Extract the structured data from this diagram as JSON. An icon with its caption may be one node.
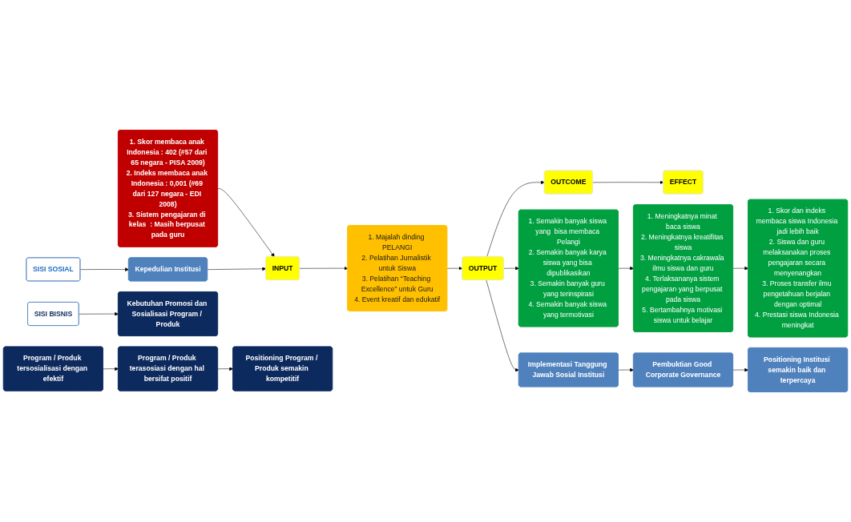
{
  "diagram": {
    "nodes": [
      {
        "text": [
          "1. Skor membaca anak Indonesia : 402 (#57 dari 65 negara - PISA 2009)",
          "2. Indeks membaca anak Indonesia : 0,001 (#69 dari 127 negara - EDI 2008)",
          "3. Sistem pengajaran di kelas  : Masih berpusat pada guru"
        ]
      },
      {
        "text": [
          "INPUT"
        ]
      },
      {
        "text": [
          "1. Majalah dinding PELANGI",
          "2. Pelatihan Jurnalistik untuk Siswa",
          "3. Pelatihan “Teaching Excellence” untuk Guru",
          "4. Event kreatif dan edukatif"
        ]
      },
      {
        "text": [
          "OUTPUT"
        ]
      },
      {
        "text": [
          "OUTCOME"
        ]
      },
      {
        "text": [
          "EFFECT"
        ]
      },
      {
        "text": [
          "1. Semakin banyak siswa yang  bisa membaca Pelangi",
          "2. Semakin banyak karya siswa yang bisa dipublikasikan",
          "3. Semakin banyak guru yang terinspirasi",
          "4. Semakin banyak siswa yang termotivasi"
        ]
      },
      {
        "text": [
          "1. Meningkatnya minat baca siswa",
          "2. Meningkatnya kreatifitas siswa",
          "3. Meningkatnya cakrawala ilmu siswa dan guru",
          "4. Terlaksananya sistem pengajaran yang berpusat pada siswa",
          "5. Bertambahnya motivasi siswa untuk belajar"
        ]
      },
      {
        "text": [
          "1. Skor dan indeks membaca siswa Indonesia jadi lebih baik",
          "2. Siswa dan guru melaksanakan proses pengajaran secara menyenangkan",
          "3. Proses transfer ilmu pengetahuan berjalan dengan optimal",
          "4. Prestasi siswa Indonesia meningkat"
        ]
      },
      {
        "text": [
          "Kepedulian Institusi"
        ]
      },
      {
        "text": [
          "SISI SOSIAL"
        ]
      },
      {
        "text": [
          "SISI BISNIS"
        ]
      },
      {
        "text": [
          "Kebutuhan Promosi dan Sosialisasi Program / Produk"
        ]
      },
      {
        "text": [
          "Implementasi Tanggung Jawab Sosial Institusi"
        ]
      },
      {
        "text": [
          "Pembuktian Good Corporate Governance"
        ]
      },
      {
        "text": [
          "Positioning Institusi semakin baik dan terpercaya"
        ]
      },
      {
        "text": [
          "Program / Produk tersosialisasi dengan efektif"
        ]
      },
      {
        "text": [
          "Program / Produk terasosiasi dengan hal bersifat positif"
        ]
      },
      {
        "text": [
          "Positioning Program / Produk semakin kompetitif"
        ]
      }
    ],
    "edges": [
      {
        "from": 0,
        "to": 1,
        "arrow": "to"
      },
      {
        "from": 9,
        "to": 1,
        "arrow": "to"
      },
      {
        "from": 1,
        "to": 2,
        "arrow": "to"
      },
      {
        "from": 2,
        "to": 3,
        "arrow": "to"
      },
      {
        "from": 3,
        "to": 4,
        "arrow": "to"
      },
      {
        "from": 4,
        "to": 5,
        "arrow": "to"
      },
      {
        "from": 3,
        "to": 6,
        "arrow": "to"
      },
      {
        "from": 6,
        "to": 7,
        "arrow": "to"
      },
      {
        "from": 7,
        "to": 8,
        "arrow": "to"
      },
      {
        "from": 3,
        "to": 13,
        "arrow": "to"
      },
      {
        "from": 10,
        "to": 9,
        "arrow": "to"
      },
      {
        "from": 11,
        "to": 12,
        "arrow": "to"
      },
      {
        "from": 13,
        "to": 14,
        "arrow": "to"
      },
      {
        "from": 14,
        "to": 15,
        "arrow": "to"
      },
      {
        "from": 16,
        "to": 17,
        "arrow": "to"
      },
      {
        "from": 17,
        "to": 18,
        "arrow": "to"
      }
    ]
  }
}
